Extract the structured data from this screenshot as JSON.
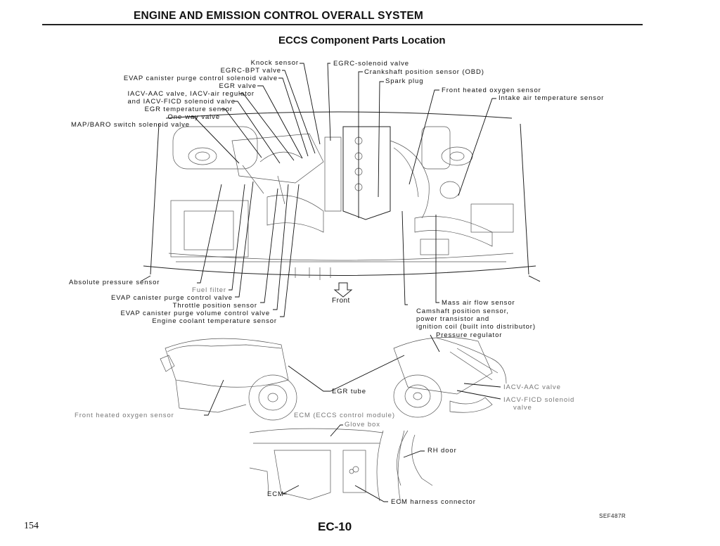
{
  "header": {
    "section_title": "ENGINE AND EMISSION CONTROL OVERALL SYSTEM",
    "subtitle": "ECCS Component Parts Location"
  },
  "engine_bay": {
    "labels_top_left": [
      "Knock sensor",
      "EGRC-BPT valve",
      "EVAP canister purge control solenoid valve",
      "EGR valve",
      "IACV-AAC valve, IACV-air regulator",
      "and IACV-FICD solenoid valve",
      "EGR temperature sensor",
      "One-way valve",
      "MAP/BARO switch solenoid valve"
    ],
    "labels_top_right": [
      "EGRC-solenoid valve",
      "Crankshaft position sensor (OBD)",
      "Spark plug",
      "Front heated oxygen sensor",
      "Intake air temperature sensor"
    ],
    "labels_bottom_left": [
      "Absolute pressure sensor",
      "Fuel filter",
      "EVAP canister purge control valve",
      "Throttle position sensor",
      "EVAP canister purge volume control valve",
      "Engine coolant temperature sensor"
    ],
    "front_label": "Front",
    "labels_bottom_right": [
      "Mass air flow sensor",
      "Camshaft position sensor,",
      "power transistor and",
      "ignition coil (built into distributor)"
    ]
  },
  "engine_views": {
    "pressure_regulator": "Pressure regulator",
    "egr_tube": "EGR tube",
    "iacv_aac": "IACV-AAC valve",
    "iacv_ficd_1": "IACV-FICD solenoid",
    "iacv_ficd_2": "valve",
    "front_o2": "Front heated oxygen sensor"
  },
  "ecm_view": {
    "ecm_title": "ECM (ECCS control module)",
    "glove_box": "Glove box",
    "rh_door": "RH door",
    "ecm": "ECM",
    "harness": "ECM harness connector"
  },
  "footer": {
    "figure_ref": "SEF487R",
    "page_number": "154",
    "page_code": "EC-10"
  }
}
